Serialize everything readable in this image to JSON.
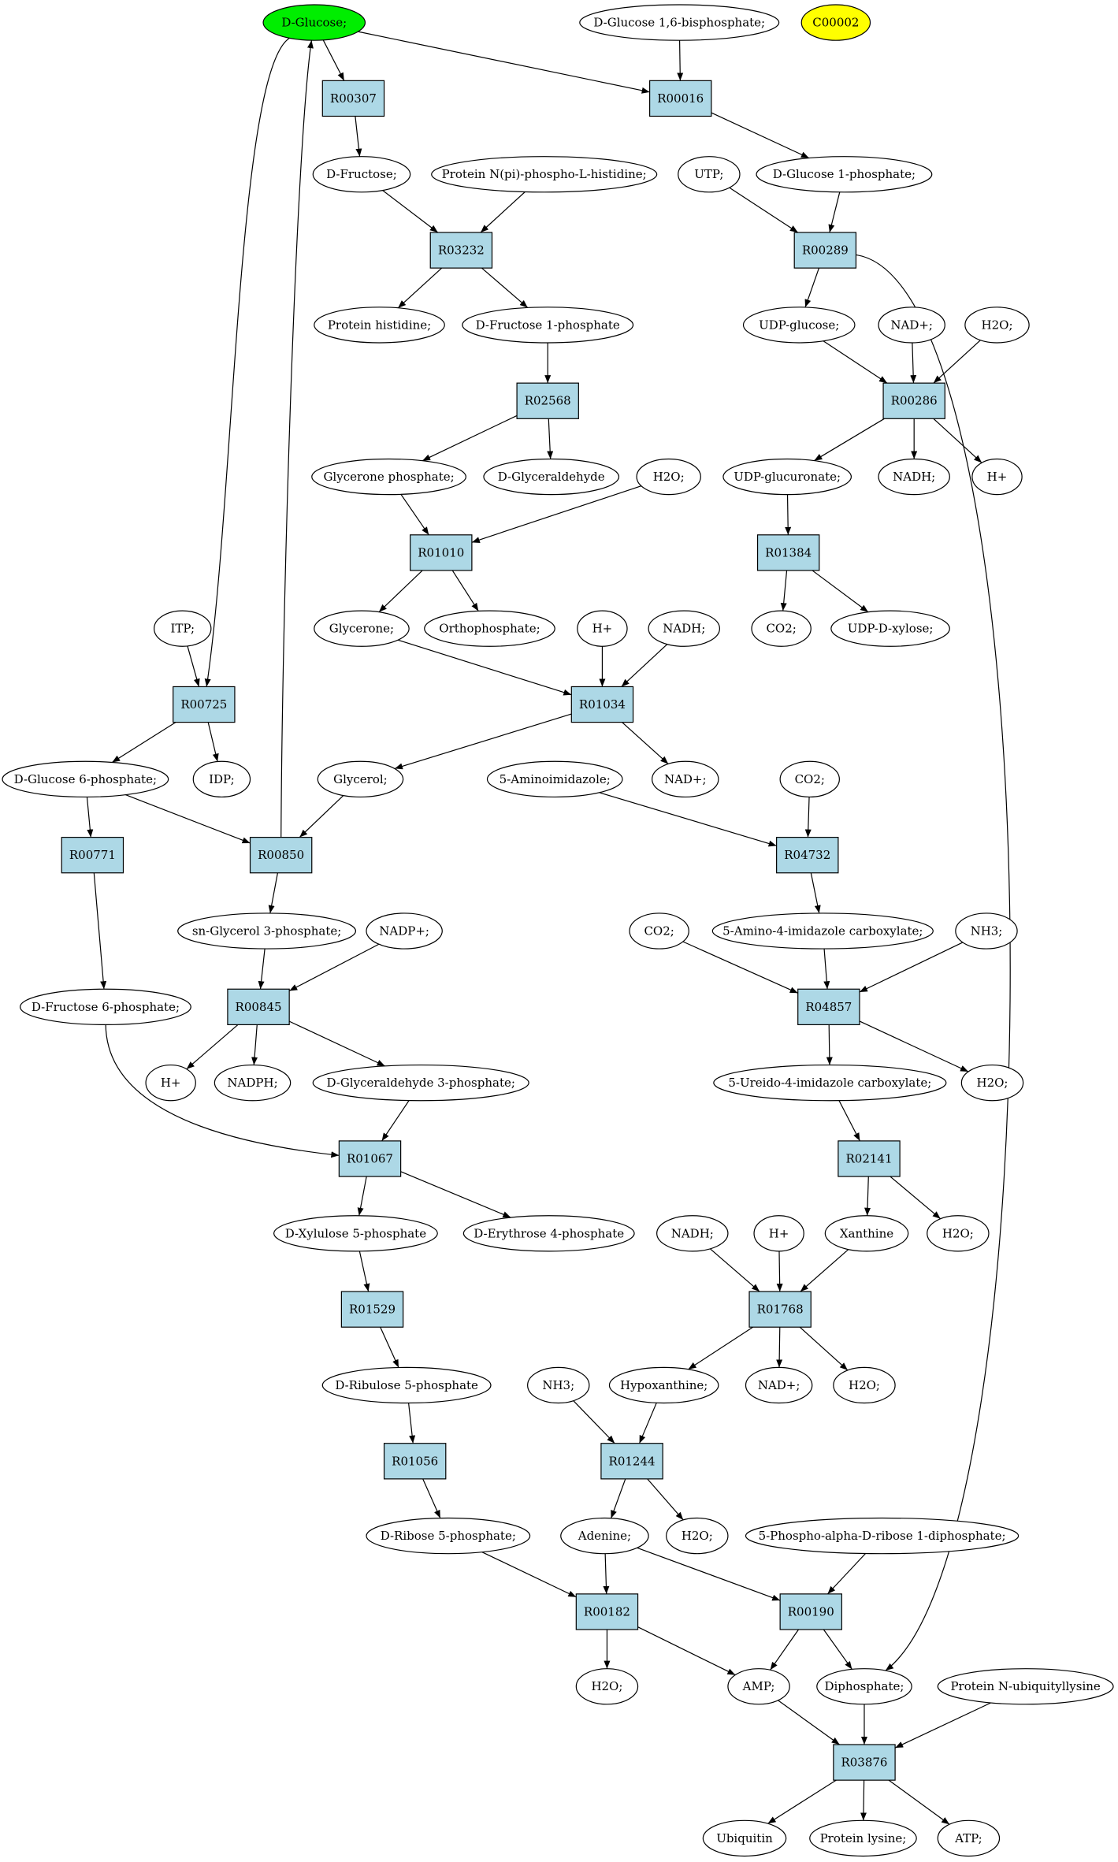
{
  "colors": {
    "default_compound": "#ffffff",
    "source_compound": "#00ee00",
    "highlight_compound": "#ffff00",
    "reaction": "#add8e6",
    "stroke": "#000000"
  },
  "nodes": [
    {
      "id": "glc",
      "label": "D-Glucose;",
      "kind": "compound",
      "fill": "#00ee00"
    },
    {
      "id": "g16bp",
      "label": "D-Glucose 1,6-bisphosphate;",
      "kind": "compound"
    },
    {
      "id": "c00002",
      "label": "C00002",
      "kind": "compound",
      "fill": "#ffff00"
    },
    {
      "id": "R00307",
      "label": "R00307",
      "kind": "reaction"
    },
    {
      "id": "R00016",
      "label": "R00016",
      "kind": "reaction"
    },
    {
      "id": "fru",
      "label": "D-Fructose;",
      "kind": "compound"
    },
    {
      "id": "phishis",
      "label": "Protein N(pi)-phospho-L-histidine;",
      "kind": "compound"
    },
    {
      "id": "utp",
      "label": "UTP;",
      "kind": "compound"
    },
    {
      "id": "g1p",
      "label": "D-Glucose 1-phosphate;",
      "kind": "compound"
    },
    {
      "id": "R03232",
      "label": "R03232",
      "kind": "reaction"
    },
    {
      "id": "R00289",
      "label": "R00289",
      "kind": "reaction"
    },
    {
      "id": "prothis",
      "label": "Protein histidine;",
      "kind": "compound"
    },
    {
      "id": "f1p",
      "label": "D-Fructose 1-phosphate",
      "kind": "compound"
    },
    {
      "id": "udpglc",
      "label": "UDP-glucose;",
      "kind": "compound"
    },
    {
      "id": "nadp1",
      "label": "NAD+;",
      "kind": "compound"
    },
    {
      "id": "h2o1",
      "label": "H2O;",
      "kind": "compound"
    },
    {
      "id": "R02568",
      "label": "R02568",
      "kind": "reaction"
    },
    {
      "id": "R00286",
      "label": "R00286",
      "kind": "reaction"
    },
    {
      "id": "glyp",
      "label": "Glycerone phosphate;",
      "kind": "compound"
    },
    {
      "id": "glyald",
      "label": "D-Glyceraldehyde",
      "kind": "compound"
    },
    {
      "id": "h2o2",
      "label": "H2O;",
      "kind": "compound"
    },
    {
      "id": "udpglcu",
      "label": "UDP-glucuronate;",
      "kind": "compound"
    },
    {
      "id": "nadh1",
      "label": "NADH;",
      "kind": "compound"
    },
    {
      "id": "hplus1",
      "label": "H+",
      "kind": "compound"
    },
    {
      "id": "R01010",
      "label": "R01010",
      "kind": "reaction"
    },
    {
      "id": "R01384",
      "label": "R01384",
      "kind": "reaction"
    },
    {
      "id": "glycerone",
      "label": "Glycerone;",
      "kind": "compound"
    },
    {
      "id": "ortho",
      "label": "Orthophosphate;",
      "kind": "compound"
    },
    {
      "id": "hplus2",
      "label": "H+",
      "kind": "compound"
    },
    {
      "id": "nadh2",
      "label": "NADH;",
      "kind": "compound"
    },
    {
      "id": "co2a",
      "label": "CO2;",
      "kind": "compound"
    },
    {
      "id": "udpxyl",
      "label": "UDP-D-xylose;",
      "kind": "compound"
    },
    {
      "id": "itp",
      "label": "ITP;",
      "kind": "compound"
    },
    {
      "id": "R00725",
      "label": "R00725",
      "kind": "reaction"
    },
    {
      "id": "R01034",
      "label": "R01034",
      "kind": "reaction"
    },
    {
      "id": "g6p",
      "label": "D-Glucose 6-phosphate;",
      "kind": "compound"
    },
    {
      "id": "idp",
      "label": "IDP;",
      "kind": "compound"
    },
    {
      "id": "glycerol",
      "label": "Glycerol;",
      "kind": "compound"
    },
    {
      "id": "aminoimid",
      "label": "5-Aminoimidazole;",
      "kind": "compound"
    },
    {
      "id": "nadp2",
      "label": "NAD+;",
      "kind": "compound"
    },
    {
      "id": "co2b",
      "label": "CO2;",
      "kind": "compound"
    },
    {
      "id": "R00771",
      "label": "R00771",
      "kind": "reaction"
    },
    {
      "id": "R00850",
      "label": "R00850",
      "kind": "reaction"
    },
    {
      "id": "R04732",
      "label": "R04732",
      "kind": "reaction"
    },
    {
      "id": "sng3p",
      "label": "sn-Glycerol 3-phosphate;",
      "kind": "compound"
    },
    {
      "id": "nadpplus",
      "label": "NADP+;",
      "kind": "compound"
    },
    {
      "id": "co2c",
      "label": "CO2;",
      "kind": "compound"
    },
    {
      "id": "aicarb",
      "label": "5-Amino-4-imidazole carboxylate;",
      "kind": "compound"
    },
    {
      "id": "nh3a",
      "label": "NH3;",
      "kind": "compound"
    },
    {
      "id": "f6p",
      "label": "D-Fructose 6-phosphate;",
      "kind": "compound"
    },
    {
      "id": "R00845",
      "label": "R00845",
      "kind": "reaction"
    },
    {
      "id": "R04857",
      "label": "R04857",
      "kind": "reaction"
    },
    {
      "id": "hplus3",
      "label": "H+",
      "kind": "compound"
    },
    {
      "id": "nadph",
      "label": "NADPH;",
      "kind": "compound"
    },
    {
      "id": "ga3p",
      "label": "D-Glyceraldehyde 3-phosphate;",
      "kind": "compound"
    },
    {
      "id": "ureido",
      "label": "5-Ureido-4-imidazole carboxylate;",
      "kind": "compound"
    },
    {
      "id": "h2o3",
      "label": "H2O;",
      "kind": "compound"
    },
    {
      "id": "R01067",
      "label": "R01067",
      "kind": "reaction"
    },
    {
      "id": "R02141",
      "label": "R02141",
      "kind": "reaction"
    },
    {
      "id": "xu5p",
      "label": "D-Xylulose 5-phosphate",
      "kind": "compound"
    },
    {
      "id": "e4p",
      "label": "D-Erythrose 4-phosphate",
      "kind": "compound"
    },
    {
      "id": "nadh3",
      "label": "NADH;",
      "kind": "compound"
    },
    {
      "id": "hplus4",
      "label": "H+",
      "kind": "compound"
    },
    {
      "id": "xanthine",
      "label": "Xanthine",
      "kind": "compound"
    },
    {
      "id": "h2o4",
      "label": "H2O;",
      "kind": "compound"
    },
    {
      "id": "R01529",
      "label": "R01529",
      "kind": "reaction"
    },
    {
      "id": "R01768",
      "label": "R01768",
      "kind": "reaction"
    },
    {
      "id": "ru5p",
      "label": "D-Ribulose 5-phosphate",
      "kind": "compound"
    },
    {
      "id": "nh3b",
      "label": "NH3;",
      "kind": "compound"
    },
    {
      "id": "hypox",
      "label": "Hypoxanthine;",
      "kind": "compound"
    },
    {
      "id": "nadp3",
      "label": "NAD+;",
      "kind": "compound"
    },
    {
      "id": "h2o5",
      "label": "H2O;",
      "kind": "compound"
    },
    {
      "id": "R01056",
      "label": "R01056",
      "kind": "reaction"
    },
    {
      "id": "R01244",
      "label": "R01244",
      "kind": "reaction"
    },
    {
      "id": "r5p",
      "label": "D-Ribose 5-phosphate;",
      "kind": "compound"
    },
    {
      "id": "adenine",
      "label": "Adenine;",
      "kind": "compound"
    },
    {
      "id": "h2o6",
      "label": "H2O;",
      "kind": "compound"
    },
    {
      "id": "prpp",
      "label": "5-Phospho-alpha-D-ribose 1-diphosphate;",
      "kind": "compound"
    },
    {
      "id": "R00182",
      "label": "R00182",
      "kind": "reaction"
    },
    {
      "id": "R00190",
      "label": "R00190",
      "kind": "reaction"
    },
    {
      "id": "h2o7",
      "label": "H2O;",
      "kind": "compound"
    },
    {
      "id": "amp",
      "label": "AMP;",
      "kind": "compound"
    },
    {
      "id": "diphos",
      "label": "Diphosphate;",
      "kind": "compound"
    },
    {
      "id": "ubilys",
      "label": "Protein N-ubiquityllysine",
      "kind": "compound"
    },
    {
      "id": "R03876",
      "label": "R03876",
      "kind": "reaction"
    },
    {
      "id": "ubiquitin",
      "label": "Ubiquitin",
      "kind": "compound"
    },
    {
      "id": "protlys",
      "label": "Protein lysine;",
      "kind": "compound"
    },
    {
      "id": "atp",
      "label": "ATP;",
      "kind": "compound"
    }
  ],
  "edges": [
    [
      "glc",
      "R00307"
    ],
    [
      "glc",
      "R00016"
    ],
    [
      "glc",
      "R00725"
    ],
    [
      "R00850",
      "glc"
    ],
    [
      "g16bp",
      "R00016"
    ],
    [
      "R00307",
      "fru"
    ],
    [
      "R00016",
      "g1p"
    ],
    [
      "fru",
      "R03232"
    ],
    [
      "phishis",
      "R03232"
    ],
    [
      "R03232",
      "prothis"
    ],
    [
      "R03232",
      "f1p"
    ],
    [
      "utp",
      "R00289"
    ],
    [
      "g1p",
      "R00289"
    ],
    [
      "R00289",
      "udpglc"
    ],
    [
      "R00289",
      "diphos"
    ],
    [
      "f1p",
      "R02568"
    ],
    [
      "R02568",
      "glyp"
    ],
    [
      "R02568",
      "glyald"
    ],
    [
      "udpglc",
      "R00286"
    ],
    [
      "nadp1",
      "R00286"
    ],
    [
      "h2o1",
      "R00286"
    ],
    [
      "R00286",
      "udpglcu"
    ],
    [
      "R00286",
      "nadh1"
    ],
    [
      "R00286",
      "hplus1"
    ],
    [
      "glyp",
      "R01010"
    ],
    [
      "h2o2",
      "R01010"
    ],
    [
      "R01010",
      "glycerone"
    ],
    [
      "R01010",
      "ortho"
    ],
    [
      "udpglcu",
      "R01384"
    ],
    [
      "R01384",
      "co2a"
    ],
    [
      "R01384",
      "udpxyl"
    ],
    [
      "itp",
      "R00725"
    ],
    [
      "R00725",
      "g6p"
    ],
    [
      "R00725",
      "idp"
    ],
    [
      "glycerone",
      "R01034"
    ],
    [
      "hplus2",
      "R01034"
    ],
    [
      "nadh2",
      "R01034"
    ],
    [
      "R01034",
      "glycerol"
    ],
    [
      "R01034",
      "nadp2"
    ],
    [
      "g6p",
      "R00771"
    ],
    [
      "g6p",
      "R00850"
    ],
    [
      "glycerol",
      "R00850"
    ],
    [
      "R00771",
      "f6p"
    ],
    [
      "R00850",
      "sng3p"
    ],
    [
      "aminoimid",
      "R04732"
    ],
    [
      "co2b",
      "R04732"
    ],
    [
      "R04732",
      "aicarb"
    ],
    [
      "sng3p",
      "R00845"
    ],
    [
      "nadpplus",
      "R00845"
    ],
    [
      "R00845",
      "hplus3"
    ],
    [
      "R00845",
      "nadph"
    ],
    [
      "R00845",
      "ga3p"
    ],
    [
      "co2c",
      "R04857"
    ],
    [
      "aicarb",
      "R04857"
    ],
    [
      "nh3a",
      "R04857"
    ],
    [
      "R04857",
      "ureido"
    ],
    [
      "R04857",
      "h2o3"
    ],
    [
      "f6p",
      "R01067"
    ],
    [
      "ga3p",
      "R01067"
    ],
    [
      "R01067",
      "xu5p"
    ],
    [
      "R01067",
      "e4p"
    ],
    [
      "ureido",
      "R02141"
    ],
    [
      "R02141",
      "xanthine"
    ],
    [
      "R02141",
      "h2o4"
    ],
    [
      "nadh3",
      "R01768"
    ],
    [
      "hplus4",
      "R01768"
    ],
    [
      "xanthine",
      "R01768"
    ],
    [
      "R01768",
      "hypox"
    ],
    [
      "R01768",
      "nadp3"
    ],
    [
      "R01768",
      "h2o5"
    ],
    [
      "xu5p",
      "R01529"
    ],
    [
      "R01529",
      "ru5p"
    ],
    [
      "ru5p",
      "R01056"
    ],
    [
      "R01056",
      "r5p"
    ],
    [
      "nh3b",
      "R01244"
    ],
    [
      "hypox",
      "R01244"
    ],
    [
      "R01244",
      "adenine"
    ],
    [
      "R01244",
      "h2o6"
    ],
    [
      "r5p",
      "R00182"
    ],
    [
      "adenine",
      "R00182"
    ],
    [
      "adenine",
      "R00190"
    ],
    [
      "prpp",
      "R00190"
    ],
    [
      "R00182",
      "h2o7"
    ],
    [
      "R00182",
      "amp"
    ],
    [
      "R00190",
      "amp"
    ],
    [
      "R00190",
      "diphos"
    ],
    [
      "amp",
      "R03876"
    ],
    [
      "diphos",
      "R03876"
    ],
    [
      "ubilys",
      "R03876"
    ],
    [
      "R03876",
      "ubiquitin"
    ],
    [
      "R03876",
      "protlys"
    ],
    [
      "R03876",
      "atp"
    ]
  ]
}
